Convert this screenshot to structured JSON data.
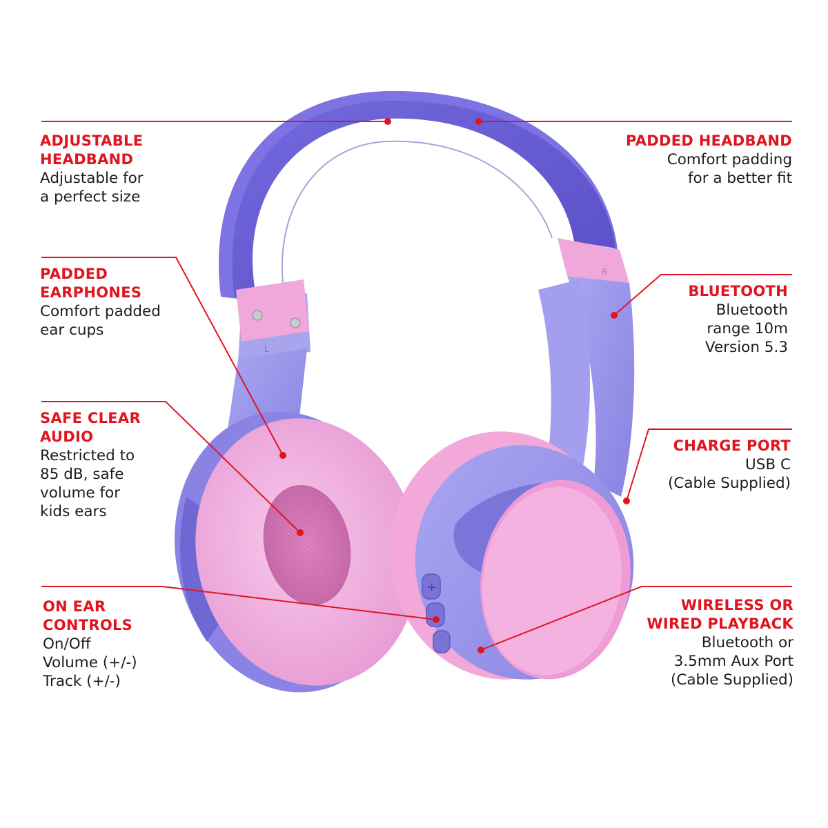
{
  "colors": {
    "accent_red": "#e0141e",
    "headband_purple": "#6a5fd6",
    "body_lavender": "#9c97ec",
    "cushion_pink": "#f1b4e1",
    "text_dark": "#1c1c1c"
  },
  "callouts": {
    "adjustable_headband": {
      "title": "ADJUSTABLE\nHEADBAND",
      "desc": "Adjustable for\na perfect size"
    },
    "padded_earphones": {
      "title": "PADDED\nEARPHONES",
      "desc": "Comfort padded\near cups"
    },
    "safe_clear_audio": {
      "title": "SAFE CLEAR\nAUDIO",
      "desc": "Restricted to\n85 dB, safe\nvolume for\nkids ears"
    },
    "on_ear_controls": {
      "title": "ON EAR\nCONTROLS",
      "desc": "On/Off\nVolume (+/-)\nTrack (+/-)"
    },
    "padded_headband": {
      "title": "PADDED HEADBAND",
      "desc": "Comfort padding\nfor a better fit"
    },
    "bluetooth": {
      "title": "BLUETOOTH",
      "desc": "Bluetooth\nrange 10m\nVersion 5.3"
    },
    "charge_port": {
      "title": "CHARGE PORT",
      "desc": "USB C\n(Cable Supplied)"
    },
    "wireless_wired": {
      "title": "WIRELESS OR\nWIRED PLAYBACK",
      "desc": "Bluetooth or\n3.5mm Aux Port\n(Cable Supplied)"
    }
  },
  "product_marks": {
    "left_side": "L",
    "right_side": "R"
  }
}
